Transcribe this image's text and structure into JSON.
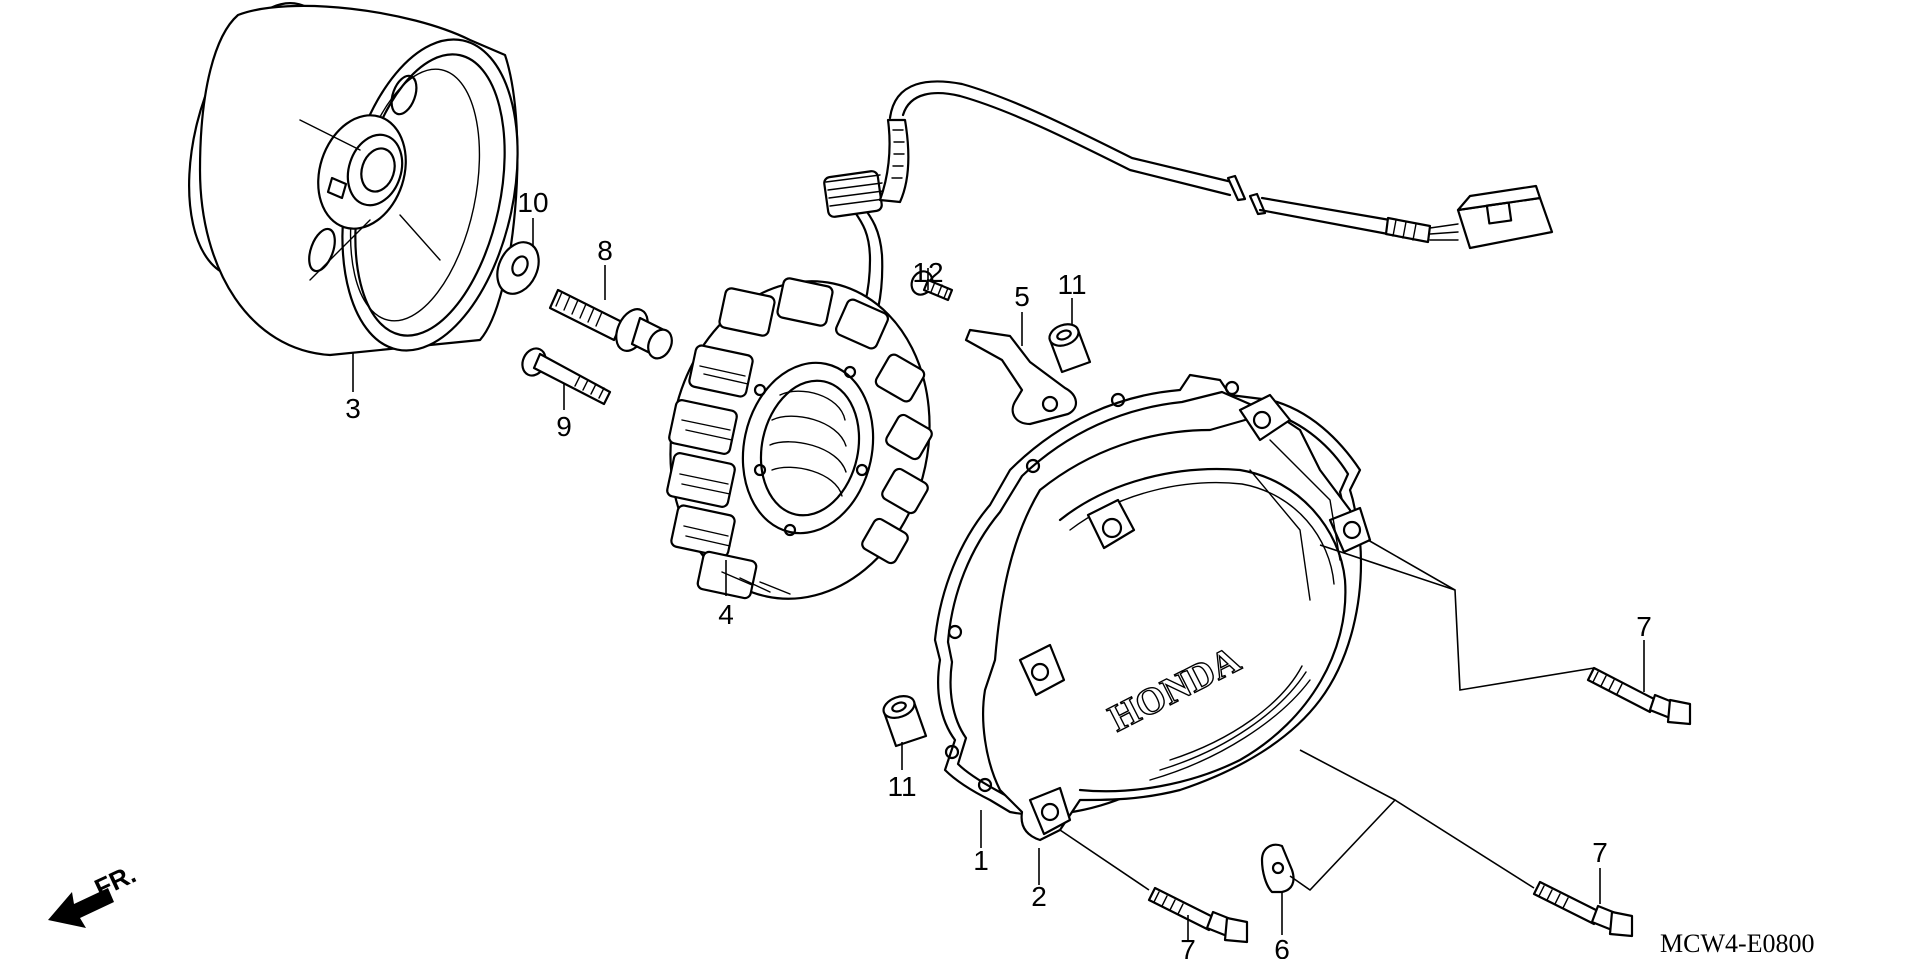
{
  "diagram": {
    "labels": {
      "p1": "1",
      "p2": "2",
      "p3": "3",
      "p4": "4",
      "p5": "5",
      "p6": "6",
      "p7a": "7",
      "p7b": "7",
      "p7c": "7",
      "p8": "8",
      "p9": "9",
      "p10": "10",
      "p11a": "11",
      "p11b": "11",
      "p12": "12"
    },
    "brand": "HONDA",
    "direction_label": "FR.",
    "diagram_code": "MCW4-E0800"
  }
}
